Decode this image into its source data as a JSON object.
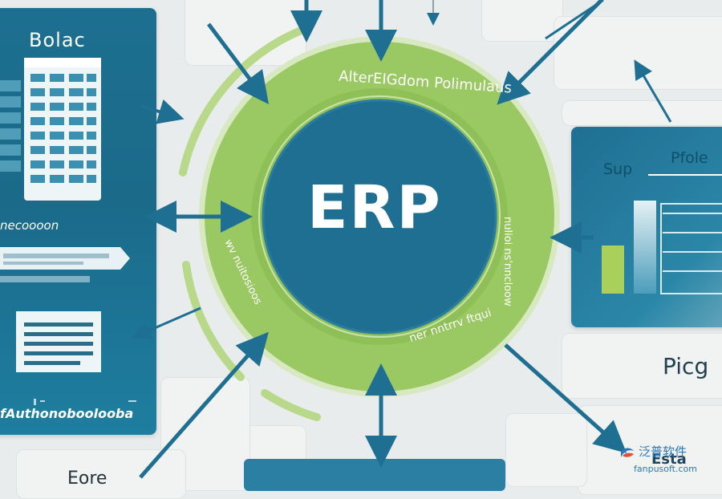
{
  "center": {
    "logo": "ERP"
  },
  "ring_text": {
    "top": "AlterEIGdom Polimulaus",
    "right": "nulioi ns'nncloow",
    "bottom": "ner nntrrv ftqui",
    "left": "wv nuitosioos"
  },
  "left_panel": {
    "title": "Bolac",
    "subtitle": "necoooon",
    "footer": "fAuthonoboolooba"
  },
  "right_panel": {
    "title": "Pfole",
    "subtitle": "Sup"
  },
  "labels": {
    "right_lower": "Picg",
    "bottom_left": "Eore",
    "corner": "Esta"
  },
  "watermark": {
    "name": "泛普软件",
    "domain": "fanpusoft.com"
  },
  "colors": {
    "teal": "#1f6f92",
    "green": "#9ac862",
    "arrow": "#1f6f92"
  },
  "icons": [
    "building-icon",
    "document-icon",
    "bar-chart-icon",
    "arrow-icon"
  ]
}
